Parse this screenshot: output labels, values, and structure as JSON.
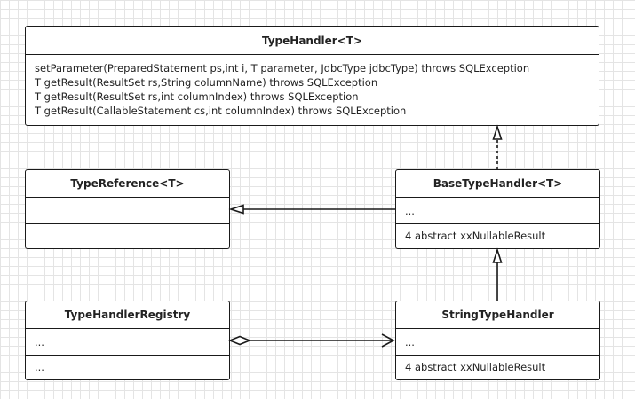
{
  "classes": {
    "type_handler": {
      "name": "TypeHandler<T>",
      "methods": [
        "setParameter(PreparedStatement ps,int i, T parameter, JdbcType jdbcType) throws SQLException",
        "T getResult(ResultSet rs,String columnName) throws SQLException",
        "T getResult(ResultSet rs,int columnIndex) throws SQLException",
        "T getResult(CallableStatement cs,int columnIndex) throws SQLException"
      ]
    },
    "type_reference": {
      "name": "TypeReference<T>"
    },
    "base_type_handler": {
      "name": "BaseTypeHandler<T>",
      "attributes": "...",
      "methods": "4 abstract xxNullableResult"
    },
    "type_handler_registry": {
      "name": "TypeHandlerRegistry",
      "attributes": "...",
      "methods": "..."
    },
    "string_type_handler": {
      "name": "StringTypeHandler",
      "attributes": "...",
      "methods": "4 abstract xxNullableResult"
    }
  }
}
